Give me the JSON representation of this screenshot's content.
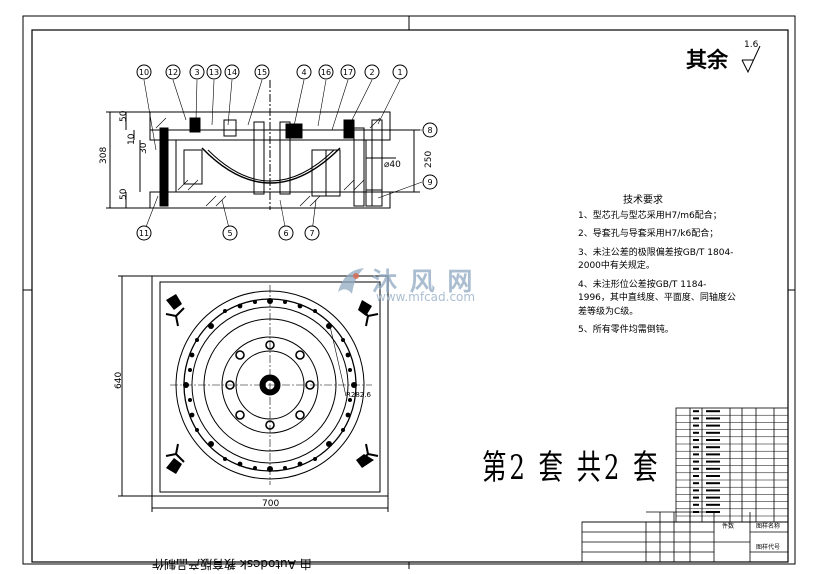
{
  "roughness": {
    "label": "其余",
    "value": "1.6"
  },
  "balloons": [
    "10",
    "12",
    "3",
    "13",
    "14",
    "15",
    "4",
    "16",
    "17",
    "2",
    "1",
    "8",
    "9",
    "11",
    "5",
    "6",
    "7"
  ],
  "dimensions": {
    "d50_top": "50",
    "d10": "10",
    "d30": "30",
    "d308": "308",
    "d50_bottom": "50",
    "d250": "250",
    "d40": "⌀40",
    "d640": "640",
    "d700": "700",
    "r_label": "R282.6"
  },
  "tech_requirements": {
    "title": "技术要求",
    "items": [
      "1、型芯孔与型芯采用H7/m6配合；",
      "2、导套孔与导套采用H7/k6配合；",
      "3、未注公差的极限偏差按GB/T 1804-2000中有关规定。",
      "4、未注形位公差按GB/T 1184-1996，其中直线度、平面度、同轴度公差等级为C级。",
      "5、所有零件均需倒钝。"
    ]
  },
  "set_label": "第2 套 共2 套",
  "watermark": {
    "brand": "沐 风 网",
    "url": "www.mfcad.com"
  },
  "title_block": {
    "cell_a": "图样名称",
    "cell_b": "图样代号",
    "cell_c": "件数"
  },
  "bottom_text": "由 Autodesk 教育版产品制作"
}
